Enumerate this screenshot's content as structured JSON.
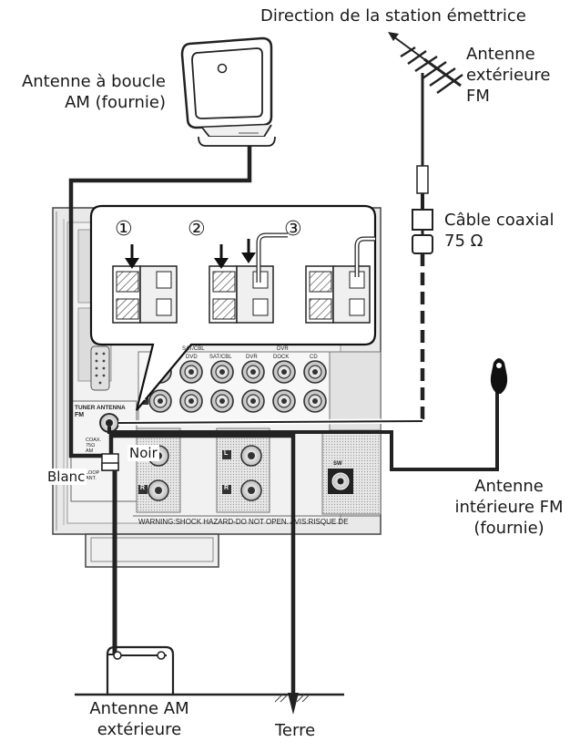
{
  "labels": {
    "station_direction": "Direction de la station émettrice",
    "fm_outdoor": [
      "Antenne",
      "extérieure",
      "FM"
    ],
    "am_loop": [
      "Antenne à boucle",
      "AM (fournie)"
    ],
    "coax": [
      "Câble coaxial",
      "75 Ω"
    ],
    "fm_indoor": [
      "Antenne",
      "intérieure FM",
      "(fournie)"
    ],
    "am_outdoor": [
      "Antenne AM",
      "extérieure"
    ],
    "ground": "Terre",
    "noir": "Noir",
    "blanc": "Blanc"
  },
  "steps": [
    "①",
    "②",
    "③"
  ],
  "panel": {
    "tuner_antenna": "TUNER ANTENNA",
    "fm": "FM",
    "coax_75": "COAX. 75Ω",
    "am": "AM",
    "loop_ant": "LOOP ANT.",
    "sat_cbl_top": "SAT/CBL",
    "dvr_top": "DVR",
    "jack_labels": [
      "DVD",
      "SAT/CBL",
      "DVR",
      "DOCK",
      "CD"
    ],
    "channel_l": "L",
    "channel_r": "R",
    "sw": "SW",
    "warning": "WARNING:SHOCK HAZARD-DO NOT OPEN.  AVIS:RISQUE DE"
  }
}
